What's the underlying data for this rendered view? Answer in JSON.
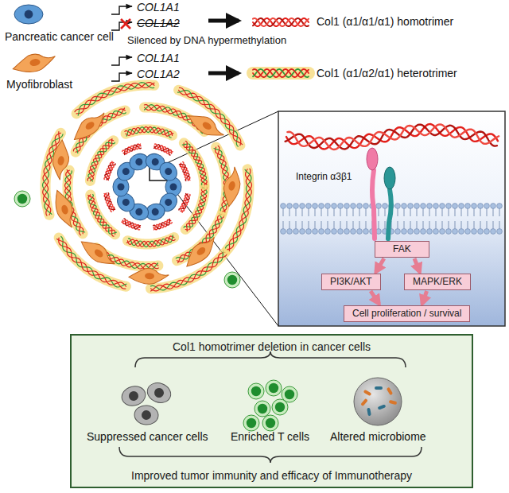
{
  "diagram": {
    "nodes": [
      {
        "text": [
          "FAK"
        ]
      },
      {
        "text": [
          "PI3K/AKT"
        ]
      },
      {
        "text": [
          "MAPK/ERK"
        ]
      },
      {
        "text": [
          "Cell proliferation / survival"
        ]
      },
      {
        "text": [
          "Col1 homotrimer deletion in cancer cells",
          "Improved tumor immunity and efficacy of Immunotherapy"
        ]
      }
    ],
    "edges": [
      {
        "from": 0,
        "to": 1,
        "arrow": "to"
      },
      {
        "from": 0,
        "to": 2,
        "arrow": "to"
      },
      {
        "from": 1,
        "to": 3,
        "arrow": "to"
      },
      {
        "from": 2,
        "to": 3,
        "arrow": "to"
      }
    ],
    "labels": [
      "Pancreatic cancer cell",
      "COL1A1",
      "COL1A2",
      "Silenced by DNA hypermethylation",
      "Col1 (α1/α1/α1) homotrimer",
      "Myofibroblast",
      "COL1A1",
      "COL1A2",
      "Col1 (α1/α2/α1) heterotrimer",
      "Integrin α3β1",
      "Suppressed cancer cells",
      "Enriched T cells",
      "Altered microbiome"
    ]
  }
}
